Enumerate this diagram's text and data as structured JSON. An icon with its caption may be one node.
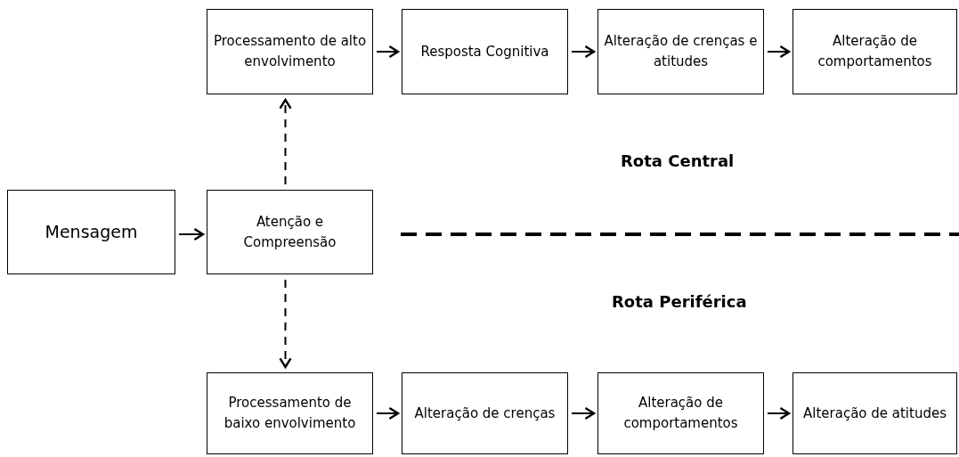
{
  "diagram": {
    "nodes": [
      {
        "text": [
          "Processamento de alto envolvimento"
        ]
      },
      {
        "text": [
          "Resposta Cognitiva"
        ]
      },
      {
        "text": [
          "Alteração de crenças e atitudes"
        ]
      },
      {
        "text": [
          "Alteração de comportamentos"
        ]
      },
      {
        "text": [
          "Mensagem"
        ]
      },
      {
        "text": [
          "Atenção e Compreensão"
        ]
      },
      {
        "text": [
          "Processamento de baixo envolvimento"
        ]
      },
      {
        "text": [
          "Alteração de crenças"
        ]
      },
      {
        "text": [
          "Alteração de comportamentos"
        ]
      },
      {
        "text": [
          "Alteração de atitudes"
        ]
      }
    ],
    "edges": [
      {
        "from": 0,
        "to": 1,
        "arrow": "to"
      },
      {
        "from": 1,
        "to": 2,
        "arrow": "to"
      },
      {
        "from": 2,
        "to": 3,
        "arrow": "to"
      },
      {
        "from": 4,
        "to": 5,
        "arrow": "to"
      },
      {
        "from": 5,
        "to": 0,
        "arrow": "to",
        "style": "dashed"
      },
      {
        "from": 5,
        "to": 6,
        "arrow": "to",
        "style": "dashed"
      },
      {
        "from": 6,
        "to": 7,
        "arrow": "to"
      },
      {
        "from": 7,
        "to": 8,
        "arrow": "to"
      },
      {
        "from": 8,
        "to": 9,
        "arrow": "to"
      }
    ],
    "labels": [
      "Rota Central",
      "Rota Periférica"
    ]
  }
}
